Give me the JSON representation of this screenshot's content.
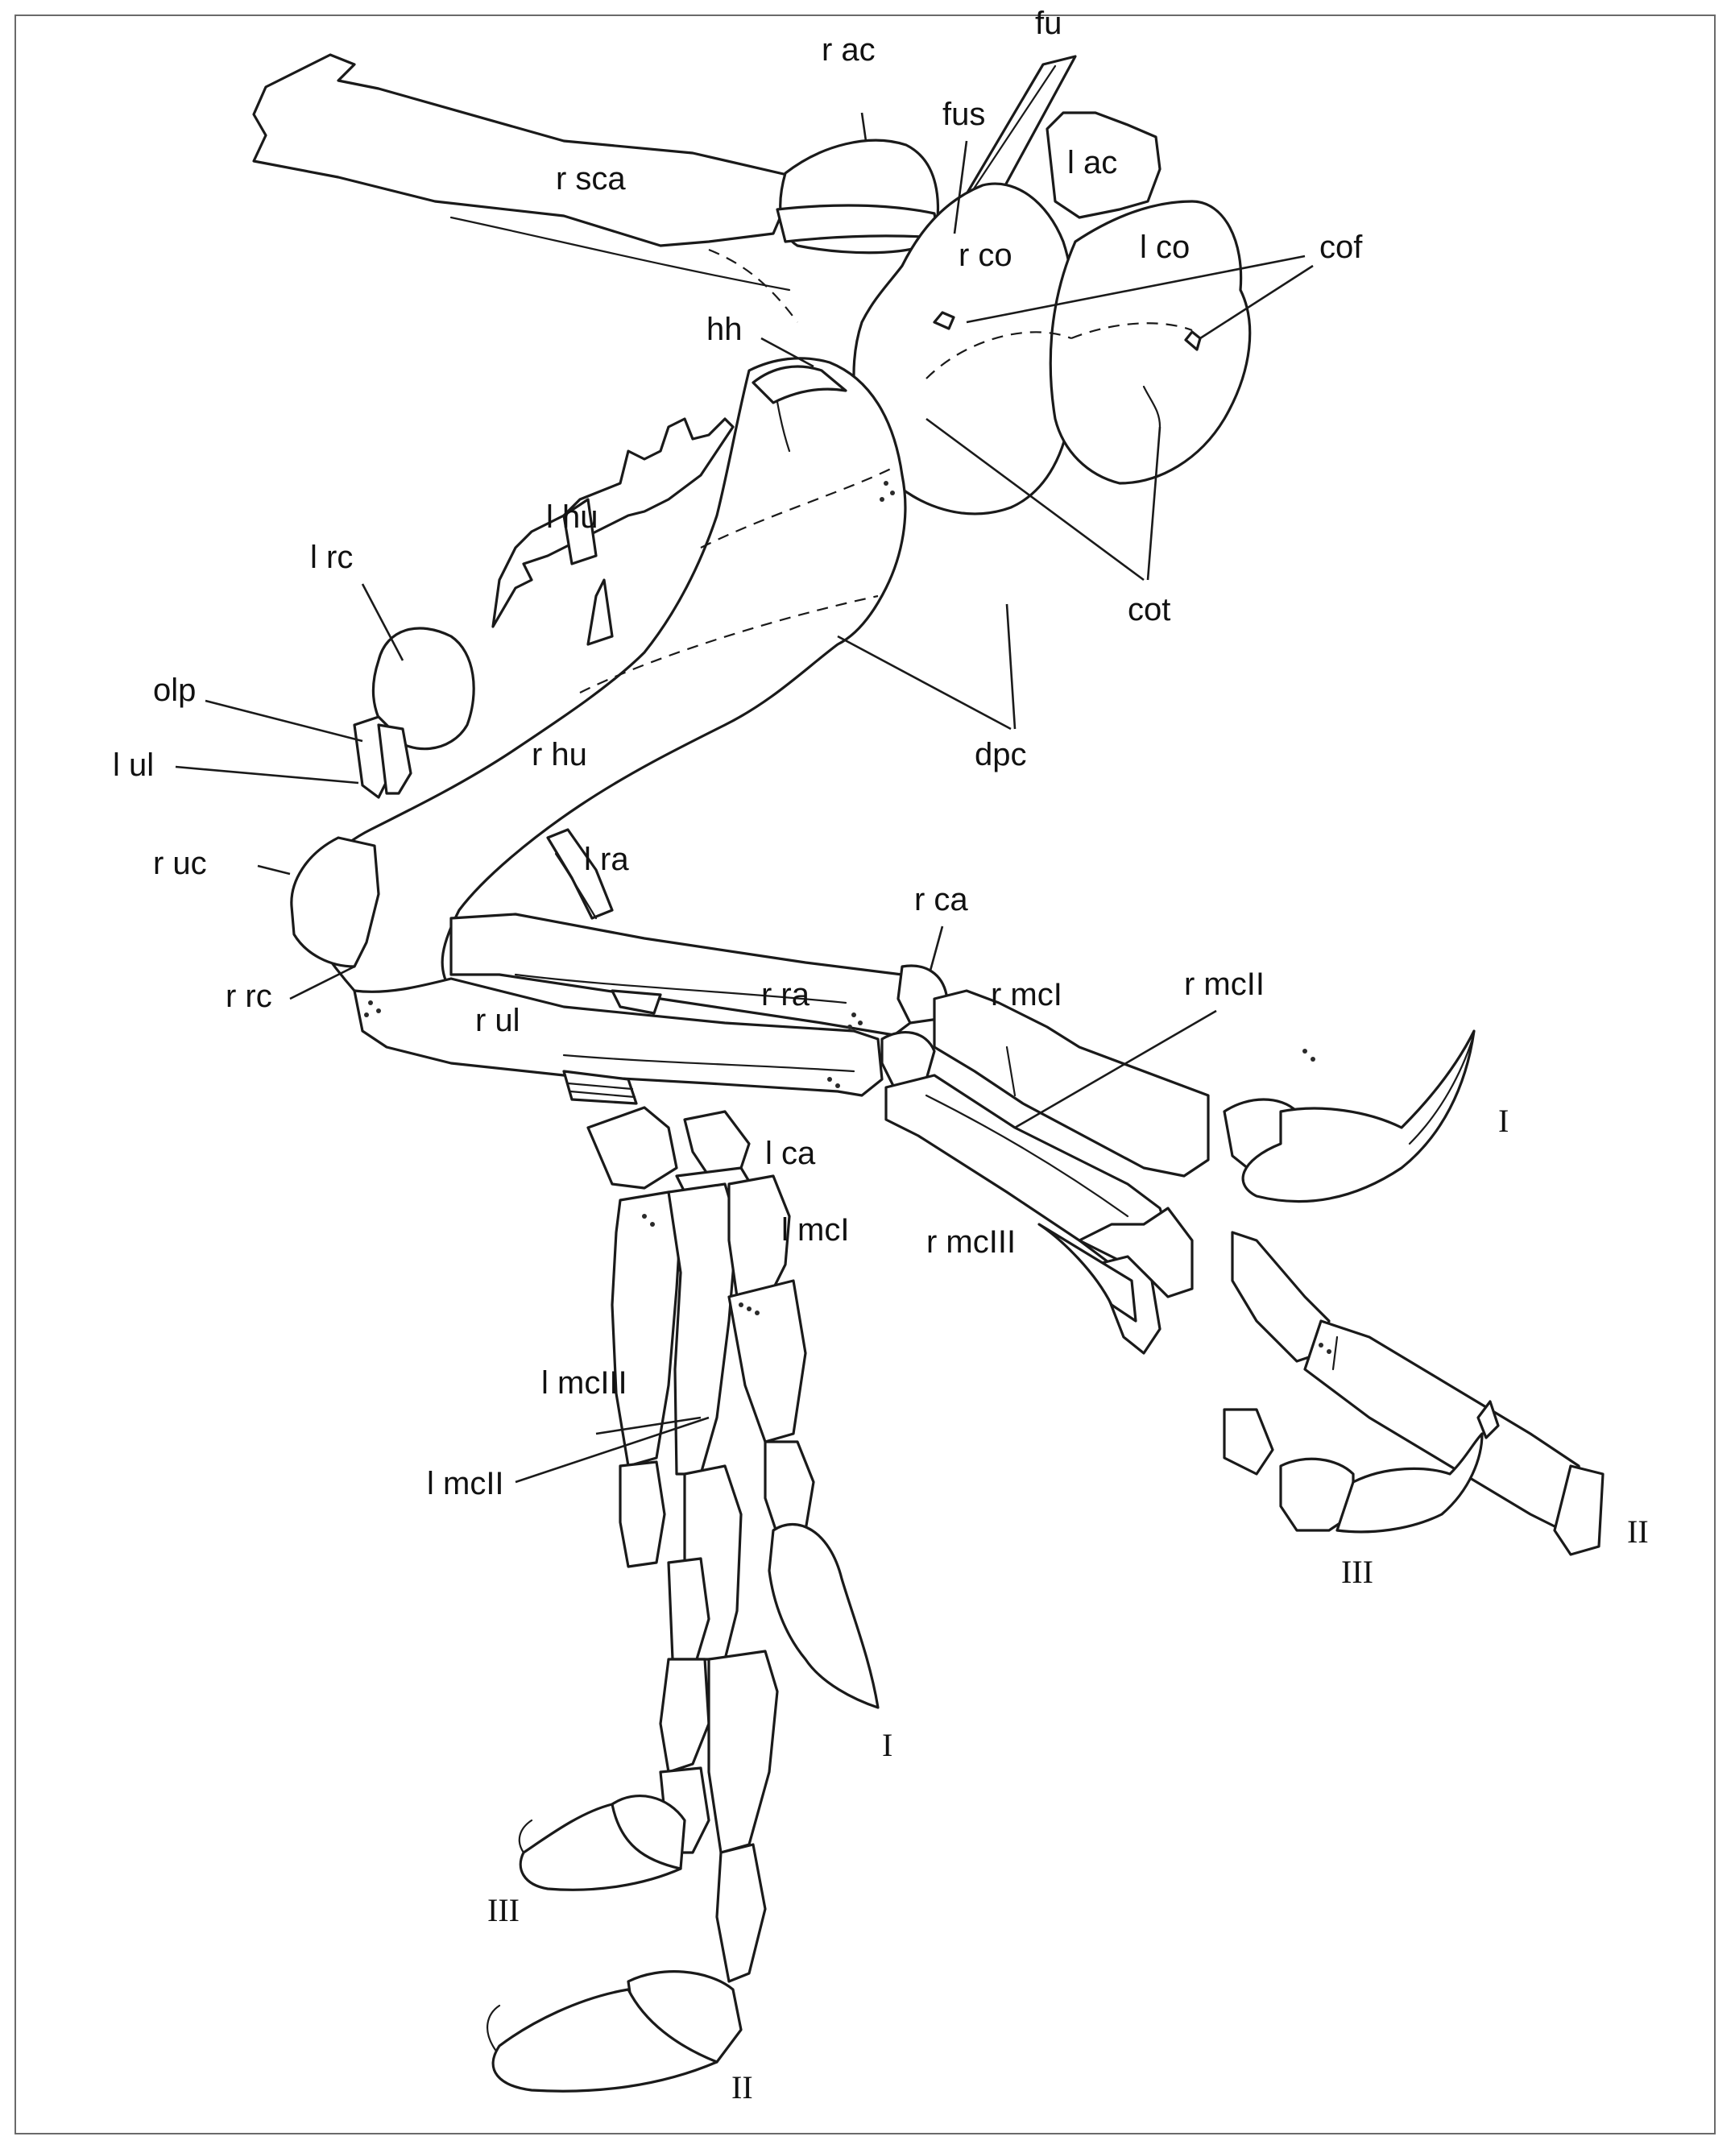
{
  "labels": {
    "r_ac": "r ac",
    "fu": "fu",
    "fus": "fus",
    "l_ac": "l ac",
    "r_sca": "r sca",
    "r_co": "r co",
    "l_co": "l co",
    "cof": "cof",
    "hh": "hh",
    "l_hu": "l hu",
    "l_rc": "l rc",
    "cot": "cot",
    "olp": "olp",
    "dpc": "dpc",
    "l_ul": "l ul",
    "r_hu": "r hu",
    "r_uc": "r uc",
    "l_ra": "l ra",
    "r_ca": "r ca",
    "r_rc": "r rc",
    "r_ra": "r ra",
    "r_mcI": "r mcI",
    "r_mcII": "r mcII",
    "r_ul": "r ul",
    "l_ca": "l ca",
    "l_mcI": "l mcI",
    "r_mcIII": "r mcIII",
    "l_mcIII": "l mcIII",
    "l_mcII": "l mcII"
  },
  "digit_labels": {
    "right_I": "I",
    "right_II": "II",
    "right_III": "III",
    "left_I": "I",
    "left_II": "II",
    "left_III": "III"
  },
  "colors": {
    "ink": "#1a1a1a",
    "frame": "#6a6a6a",
    "background": "#ffffff"
  }
}
